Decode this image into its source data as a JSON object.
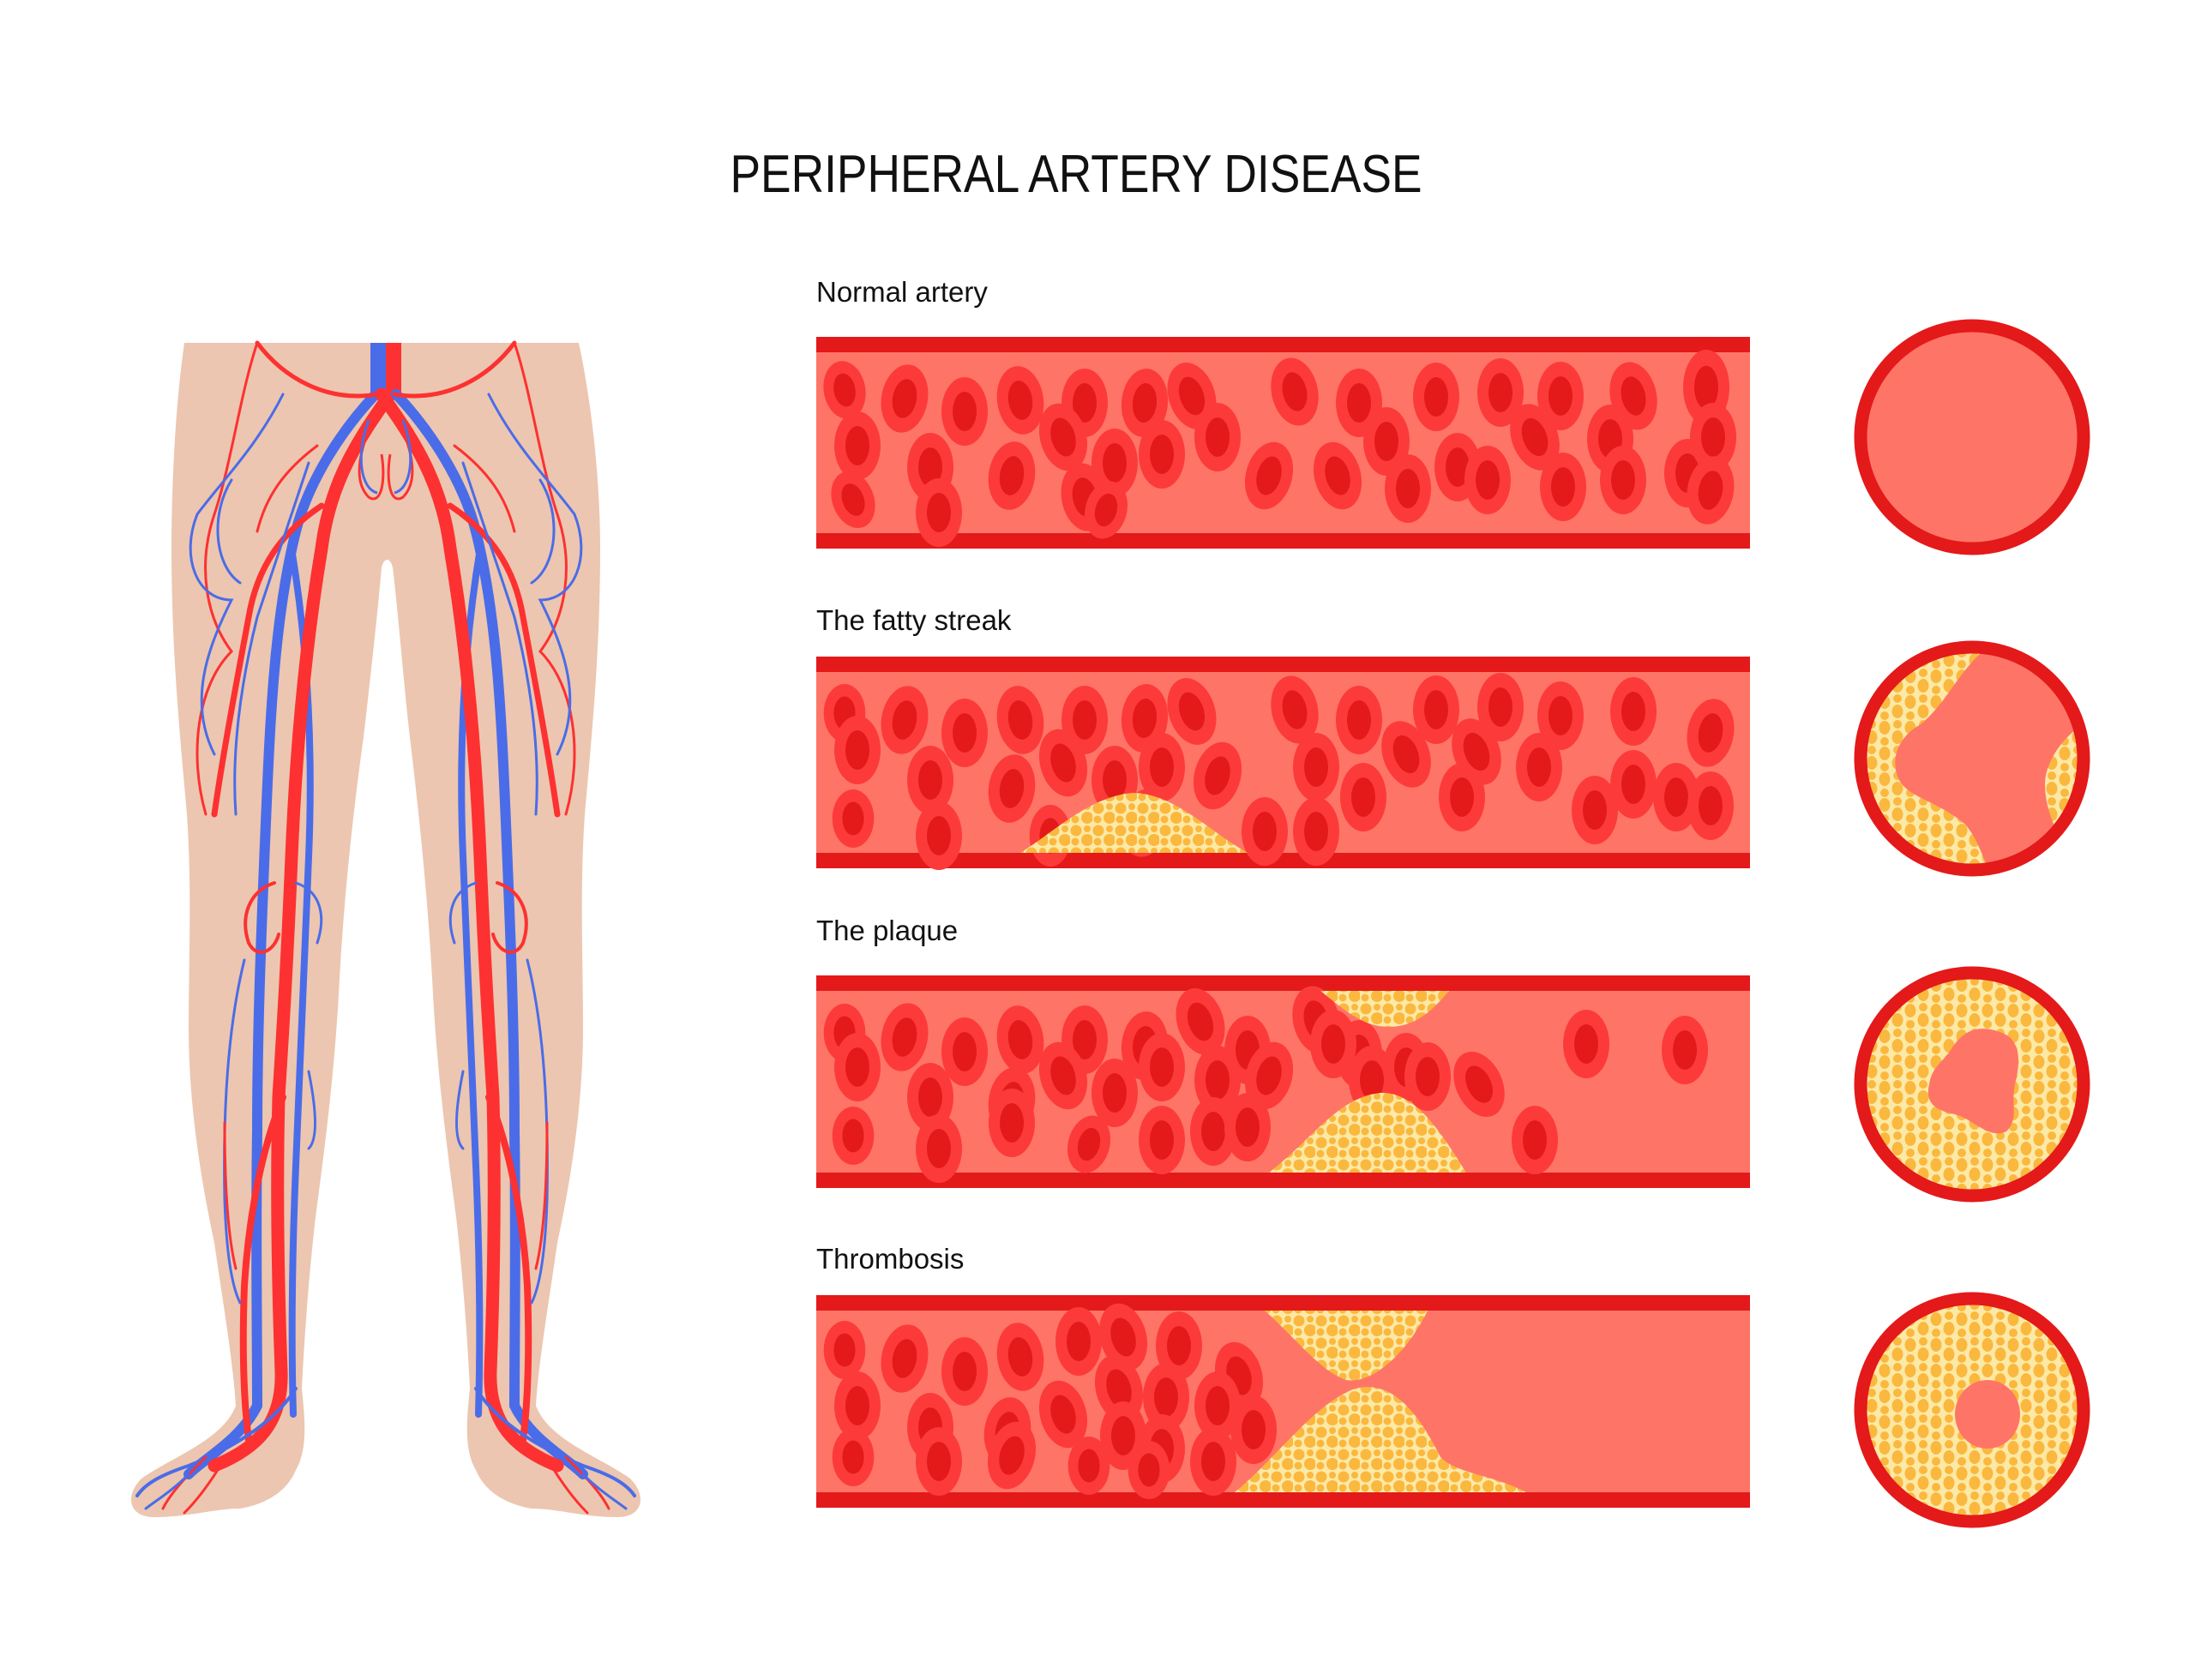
{
  "title": "PERIPHERAL ARTERY DISEASE",
  "colors": {
    "vessel_wall": "#e4191a",
    "blood_plasma": "#fe7567",
    "rbc_outer": "#fd3a3a",
    "rbc_inner": "#e4191a",
    "plaque_base": "#fde9a6",
    "plaque_dot": "#fbb83e",
    "skin": "#ecc6b0",
    "artery": "#fd3131",
    "vein": "#4a6ce8"
  },
  "stages": [
    {
      "label": "Normal artery",
      "cross_section": "open-lumen"
    },
    {
      "label": "The fatty streak",
      "cross_section": "partial-fatty-deposits"
    },
    {
      "label": "The plaque",
      "cross_section": "narrowed-lumen"
    },
    {
      "label": "Thrombosis",
      "cross_section": "severely-narrowed-lumen"
    }
  ],
  "illustration": {
    "subject": "legs-with-arteries-and-veins",
    "artery_color_name": "red",
    "vein_color_name": "blue"
  }
}
